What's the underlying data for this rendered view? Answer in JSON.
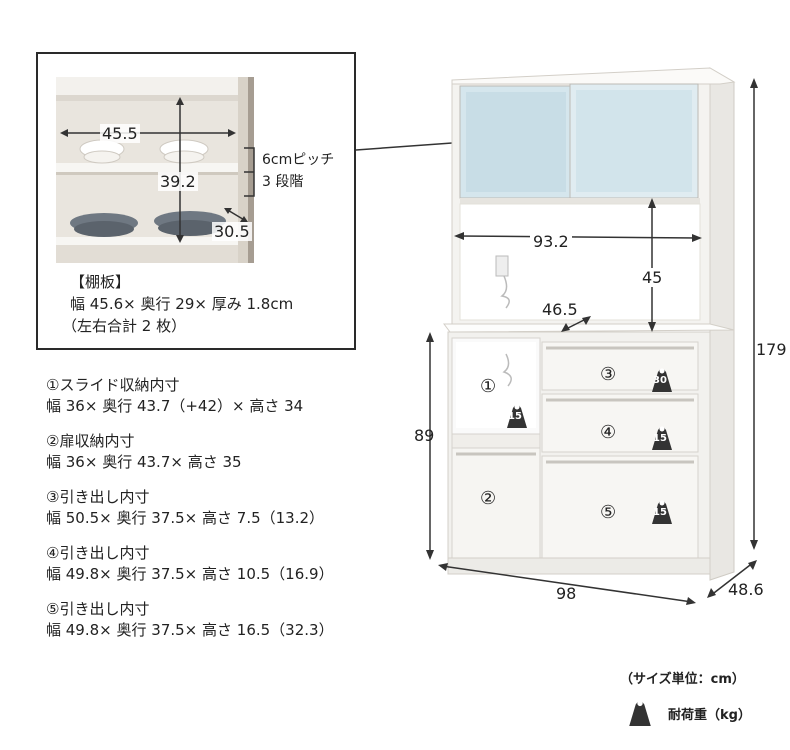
{
  "inset": {
    "dims": {
      "width": "45.5",
      "height": "39.2",
      "depth": "30.5"
    },
    "pitch_line1": "6cmピッチ",
    "pitch_line2": "3 段階",
    "shelf_title": "【棚板】",
    "shelf_line1": "幅 45.6× 奥行 29× 厚み 1.8cm",
    "shelf_line2": "（左右合計 2 枚）"
  },
  "cabinet": {
    "dims": {
      "total_height": "179",
      "lower_height": "89",
      "width": "98",
      "depth": "48.6",
      "open_width": "93.2",
      "open_height": "45",
      "open_depth": "46.5"
    },
    "labels": {
      "c1": "①",
      "c2": "②",
      "c3": "③",
      "c4": "④",
      "c5": "⑤"
    },
    "weights": {
      "w1": "15",
      "w3": "30",
      "w4": "15",
      "w5": "15"
    }
  },
  "specs": [
    {
      "title": "①スライド収納内寸",
      "detail": "幅 36× 奥行 43.7（+42）× 高さ 34"
    },
    {
      "title": "②扉収納内寸",
      "detail": "幅 36× 奥行 43.7× 高さ 35"
    },
    {
      "title": "③引き出し内寸",
      "detail": "幅 50.5× 奥行 37.5× 高さ 7.5（13.2）"
    },
    {
      "title": "④引き出し内寸",
      "detail": "幅 49.8× 奥行 37.5× 高さ 10.5（16.9）"
    },
    {
      "title": "⑤引き出し内寸",
      "detail": "幅 49.8× 奥行 37.5× 高さ 16.5（32.3）"
    }
  ],
  "legend": {
    "unit": "（サイズ単位：cm）",
    "weight": "耐荷重（kg）"
  },
  "colors": {
    "cabinet": "#f7f6f4",
    "glass": "#cfe2ea",
    "weight_icon": "#333333",
    "dimension_line": "#333333"
  }
}
